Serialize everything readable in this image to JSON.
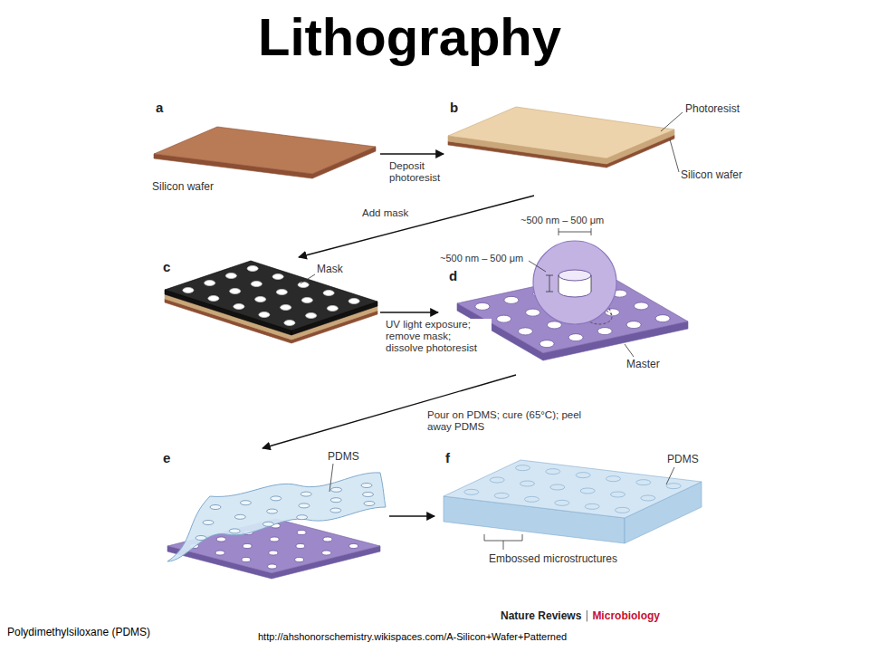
{
  "diagram": {
    "title": "Lithography",
    "nodes": [
      {
        "text": [
          "a",
          "Silicon wafer"
        ]
      },
      {
        "text": [
          "b",
          "Photoresist",
          "Silicon wafer"
        ]
      },
      {
        "text": [
          "c",
          "Mask"
        ]
      },
      {
        "text": [
          "d",
          "~500 nm – 500 μm",
          "~500 nm – 500 μm",
          "Master"
        ]
      },
      {
        "text": [
          "e",
          "PDMS"
        ]
      },
      {
        "text": [
          "f",
          "PDMS",
          "Embossed microstructures"
        ]
      }
    ],
    "edges": [
      {
        "from": 0,
        "to": 1,
        "arrow": "to",
        "label": "Deposit photoresist"
      },
      {
        "from": 1,
        "to": 2,
        "arrow": "to",
        "label": "Add mask"
      },
      {
        "from": 2,
        "to": 3,
        "arrow": "to",
        "label": "UV light exposure; remove mask; dissolve photoresist"
      },
      {
        "from": 3,
        "to": 4,
        "arrow": "to",
        "label": "Pour on PDMS; cure (65°C); peel away PDMS"
      },
      {
        "from": 4,
        "to": 5,
        "arrow": "to"
      }
    ],
    "labels": [
      "Nature Reviews",
      "Microbiology",
      "Polydimethylsiloxane (PDMS)",
      "http://ahshonorschemistry.wikispaces.com/A-Silicon+Wafer+Patterned"
    ]
  }
}
